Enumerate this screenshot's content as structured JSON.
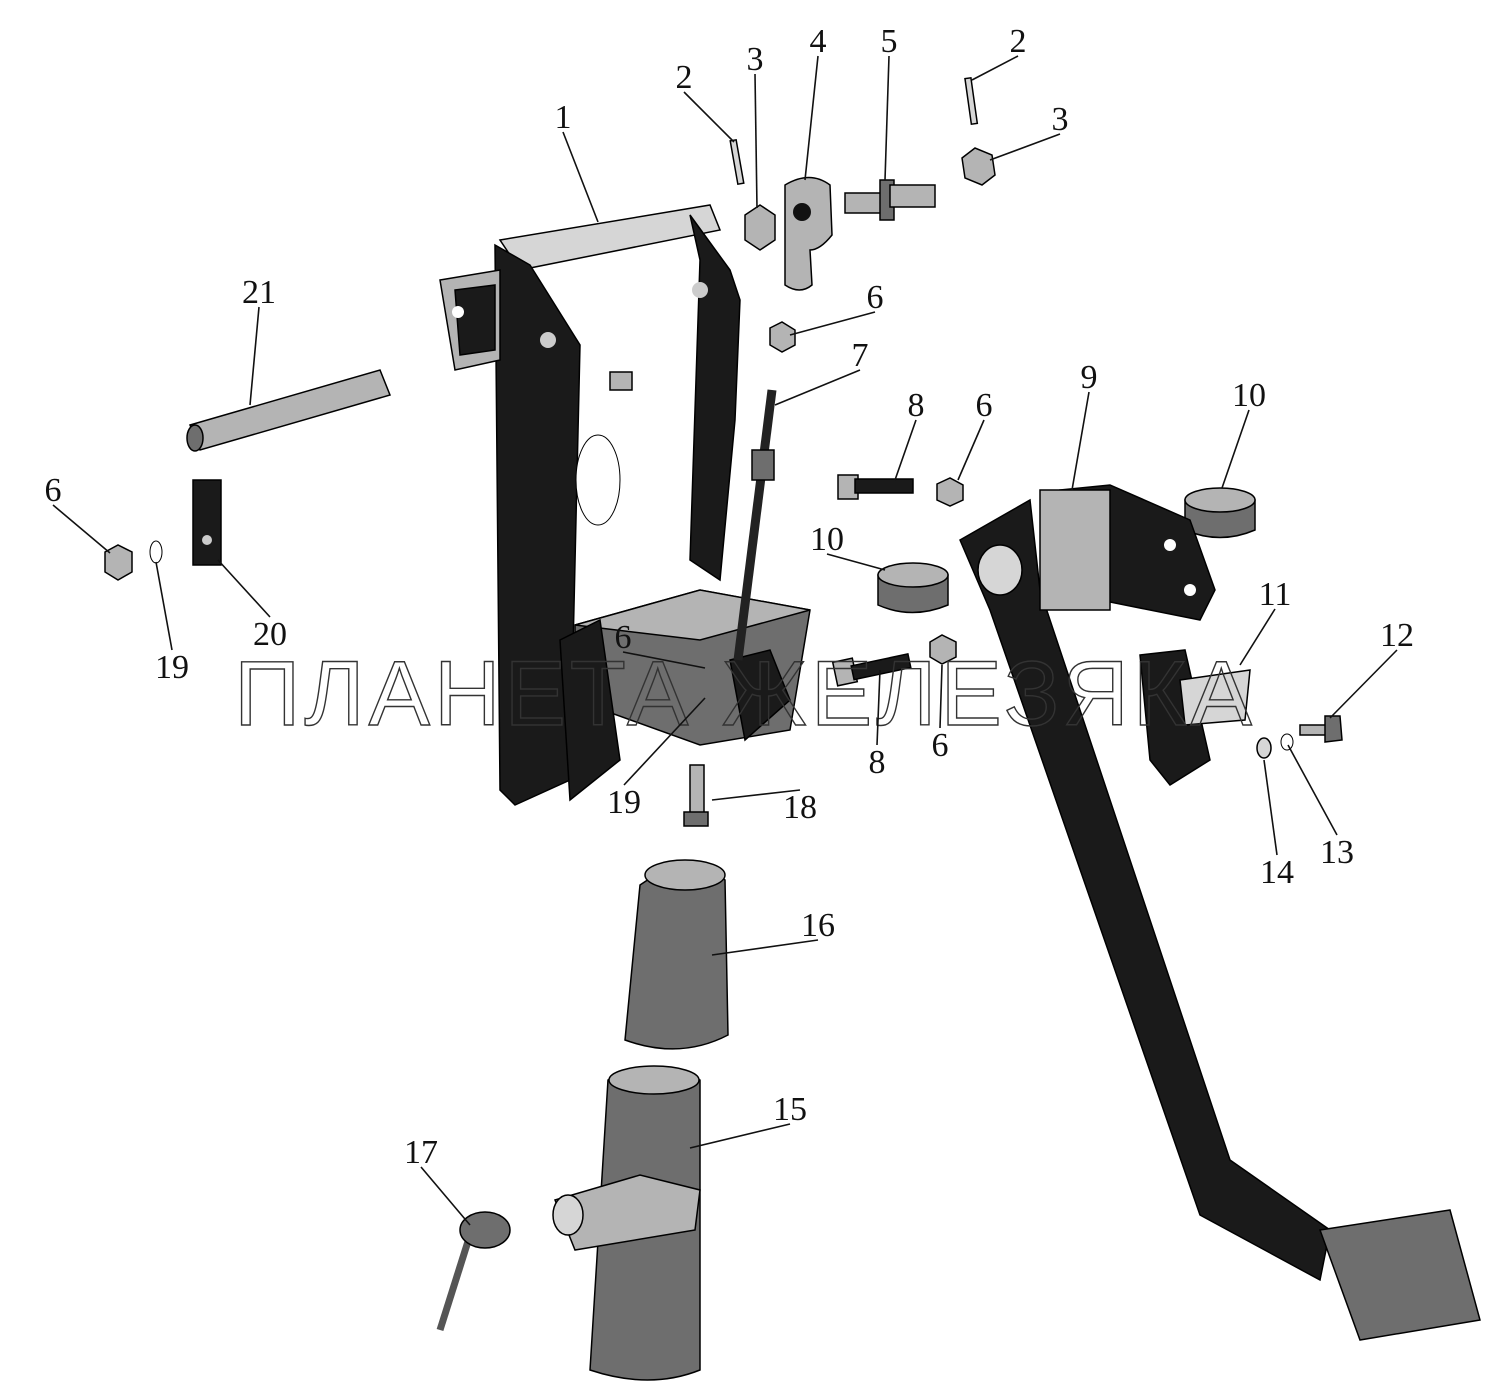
{
  "watermark": "ПЛАНЕТА ЖЕЛЕЗЯКА",
  "callouts": [
    {
      "id": "c1",
      "text": "1"
    },
    {
      "id": "c2a",
      "text": "2"
    },
    {
      "id": "c3a",
      "text": "3"
    },
    {
      "id": "c4",
      "text": "4"
    },
    {
      "id": "c5",
      "text": "5"
    },
    {
      "id": "c2b",
      "text": "2"
    },
    {
      "id": "c3b",
      "text": "3"
    },
    {
      "id": "c6a",
      "text": "6"
    },
    {
      "id": "c7",
      "text": "7"
    },
    {
      "id": "c8a",
      "text": "8"
    },
    {
      "id": "c6b",
      "text": "6"
    },
    {
      "id": "c9",
      "text": "9"
    },
    {
      "id": "c10a",
      "text": "10"
    },
    {
      "id": "c10b",
      "text": "10"
    },
    {
      "id": "c11",
      "text": "11"
    },
    {
      "id": "c12",
      "text": "12"
    },
    {
      "id": "c13",
      "text": "13"
    },
    {
      "id": "c14",
      "text": "14"
    },
    {
      "id": "c8b",
      "text": "8"
    },
    {
      "id": "c6c",
      "text": "6"
    },
    {
      "id": "c6d",
      "text": "6"
    },
    {
      "id": "c19a",
      "text": "19"
    },
    {
      "id": "c18",
      "text": "18"
    },
    {
      "id": "c16",
      "text": "16"
    },
    {
      "id": "c15",
      "text": "15"
    },
    {
      "id": "c17",
      "text": "17"
    },
    {
      "id": "c21",
      "text": "21"
    },
    {
      "id": "c6e",
      "text": "6"
    },
    {
      "id": "c19b",
      "text": "19"
    },
    {
      "id": "c20",
      "text": "20"
    }
  ]
}
